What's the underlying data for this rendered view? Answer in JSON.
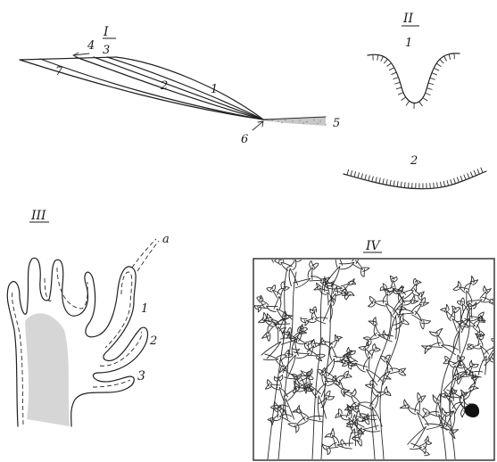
{
  "panels": {
    "p1": {
      "numeral": "I",
      "curve_labels": [
        "1",
        "2",
        "3",
        "4",
        "5",
        "6",
        "7"
      ]
    },
    "p2": {
      "numeral": "II",
      "profile_labels": [
        "1",
        "2"
      ]
    },
    "p3": {
      "numeral": "III",
      "labels": [
        "a",
        "1",
        "2",
        "3"
      ]
    },
    "p4": {
      "numeral": "IV"
    }
  },
  "colors": {
    "ink": "#1a1a1a",
    "shade": "#d4d4d4",
    "sand": "#8a8a8a"
  }
}
